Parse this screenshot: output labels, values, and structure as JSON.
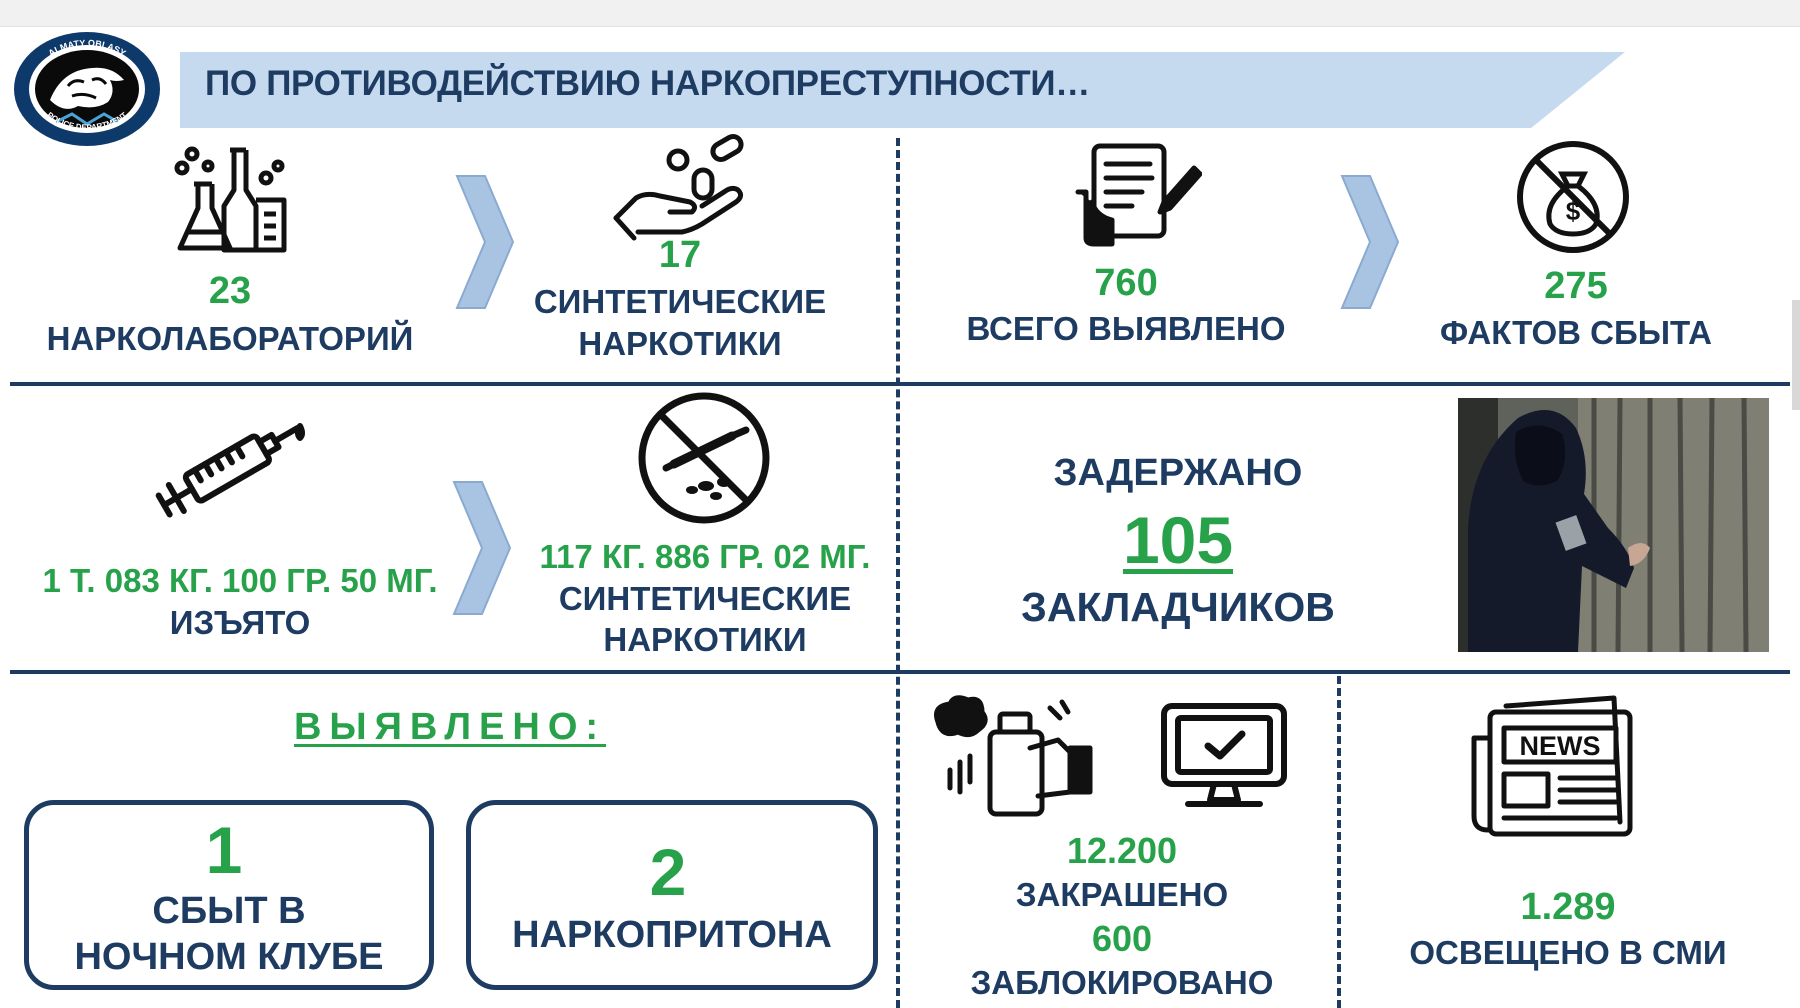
{
  "header": {
    "logo_text_top": "ALMATY OBLASY",
    "logo_text_bottom": "POLICE DEPARTMENT",
    "title": "ПО ПРОТИВОДЕЙСТВИЮ НАРКОПРЕСТУПНОСТИ…"
  },
  "row1": {
    "labs": {
      "icon": "lab-flasks-icon",
      "value": "23",
      "label": "НАРКОЛАБОРАТОРИЙ"
    },
    "synthetic": {
      "icon": "pills-hand-icon",
      "value": "17",
      "label_line1": "СИНТЕТИЧЕСКИЕ",
      "label_line2": "НАРКОТИКИ"
    },
    "detected": {
      "icon": "tablet-document-icon",
      "value": "760",
      "label": "ВСЕГО ВЫЯВЛЕНО"
    },
    "sales": {
      "icon": "no-money-bag-icon",
      "value": "275",
      "label": "ФАКТОВ СБЫТА"
    }
  },
  "row2": {
    "seized": {
      "icon": "syringe-icon",
      "value": "1 Т. 083 КГ. 100 ГР. 50 МГ.",
      "label": "ИЗЪЯТО"
    },
    "synthetic": {
      "icon": "no-drugs-icon",
      "value": "117 КГ. 886 ГР. 02 МГ.",
      "label_line1": "СИНТЕТИЧЕСКИЕ",
      "label_line2": "НАРКОТИКИ"
    },
    "detained": {
      "label_top": "ЗАДЕРЖАНО",
      "value": "105",
      "label_bottom": "ЗАКЛАДЧИКОВ"
    }
  },
  "row3": {
    "heading": "ВЫЯВЛЕНО:",
    "box1": {
      "value": "1",
      "label_line1": "СБЫТ В",
      "label_line2": "НОЧНОМ КЛУБЕ"
    },
    "box2": {
      "value": "2",
      "label": "НАРКОПРИТОНА"
    },
    "graffiti": {
      "icon": "spray-paint-icon",
      "icon2": "monitor-check-icon",
      "value1": "12.200",
      "label1": "ЗАКРАШЕНО",
      "value2": "600",
      "label2": "ЗАБЛОКИРОВАНО"
    },
    "media": {
      "icon": "newspaper-icon",
      "icon_text": "NEWS",
      "value": "1.289",
      "label": "ОСВЕЩЕНО В СМИ"
    }
  },
  "colors": {
    "navy": "#1e3b62",
    "green": "#27a24a",
    "banner": "#c5d9ef",
    "chevron": "#a9c4e3"
  }
}
